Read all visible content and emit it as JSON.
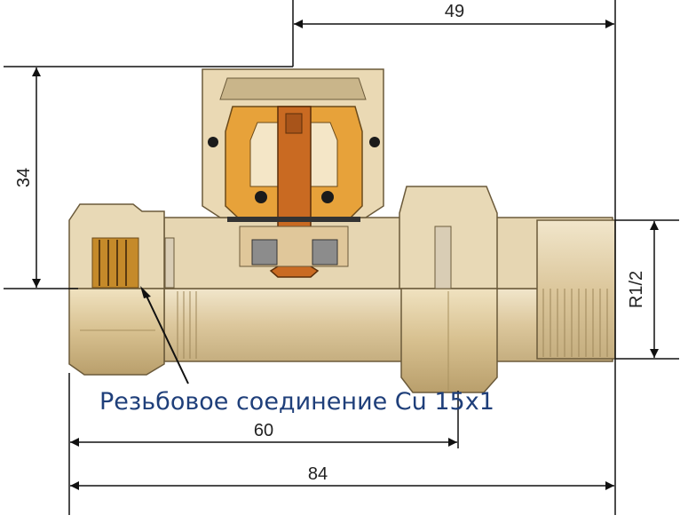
{
  "dimensions": {
    "d49": "49",
    "d34": "34",
    "r12": "R1/2",
    "d60": "60",
    "d84": "84"
  },
  "callout": {
    "text": "Резьбовое соединение Cu 15x1"
  },
  "colors": {
    "body": "#e3d2ad",
    "body_shade": "#c9b58a",
    "outline": "#5a4a30",
    "brass_core": "#e7a23a",
    "copper_stem": "#c96a22",
    "dimension_lines": "#111111",
    "callout_text": "#1f3f7a"
  }
}
